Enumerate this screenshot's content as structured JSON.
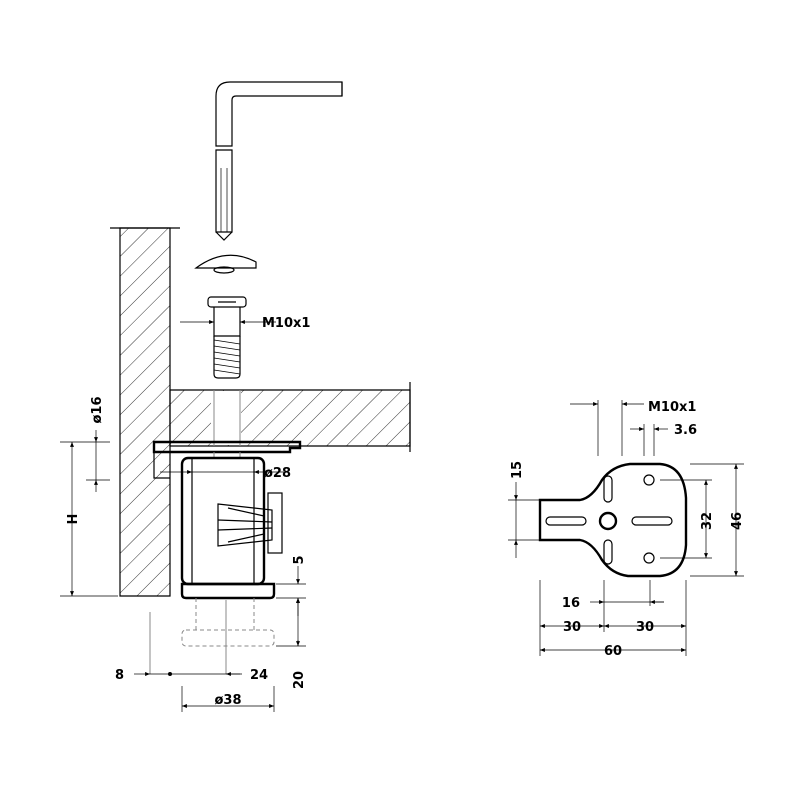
{
  "dimensions": {
    "thread_left": "M10x1",
    "diameter_16": "ø16",
    "height": "H",
    "diameter_28": "ø28",
    "dim_5": "5",
    "dim_8": "8",
    "dim_24": "24",
    "dim_20": "20",
    "diameter_38": "ø38",
    "thread_right": "M10x1",
    "dim_3_6": "3.6",
    "dim_15": "15",
    "dim_32": "32",
    "dim_46": "46",
    "dim_16": "16",
    "dim_30_left": "30",
    "dim_30_right": "30",
    "dim_60": "60"
  }
}
